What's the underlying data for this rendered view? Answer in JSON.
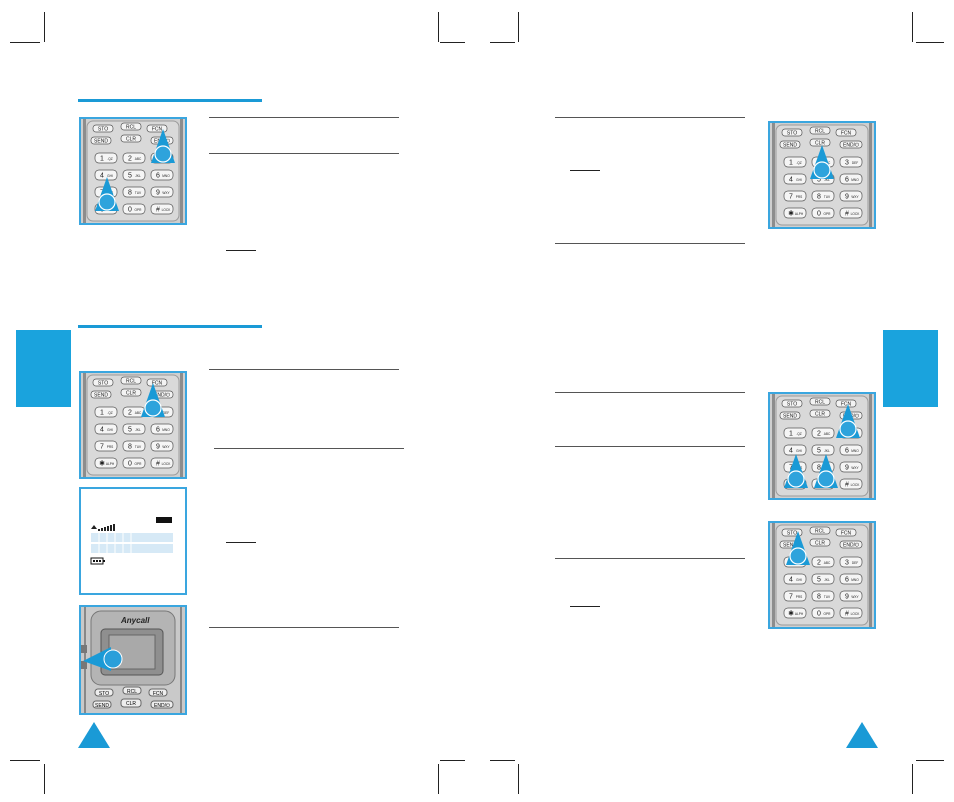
{
  "keypad": {
    "top_keys": [
      "STO",
      "RCL",
      "FCN"
    ],
    "mid_keys": [
      "SEND",
      "CLR",
      "END/⏻"
    ],
    "digit_keys": [
      [
        "1",
        ".QZ"
      ],
      [
        "2",
        "ABC"
      ],
      [
        "3",
        "DEF"
      ],
      [
        "4",
        "GHI"
      ],
      [
        "5",
        "JKL"
      ],
      [
        "6",
        "MNO"
      ],
      [
        "7",
        "PRS"
      ],
      [
        "8",
        "TUV"
      ],
      [
        "9",
        "WXY"
      ],
      [
        "✱",
        "ALPH"
      ],
      [
        "0",
        "OPR"
      ],
      [
        "#",
        "LOCK"
      ]
    ]
  },
  "phone": {
    "brand": "Anycall"
  },
  "colors": {
    "accent": "#1a9ad6",
    "tab": "#1aa3dd",
    "border": "#3aa6df"
  },
  "icons": {
    "page_left": "page-triangle-icon",
    "page_right": "page-triangle-icon",
    "signal": "signal-bars-icon",
    "battery": "battery-icon"
  }
}
